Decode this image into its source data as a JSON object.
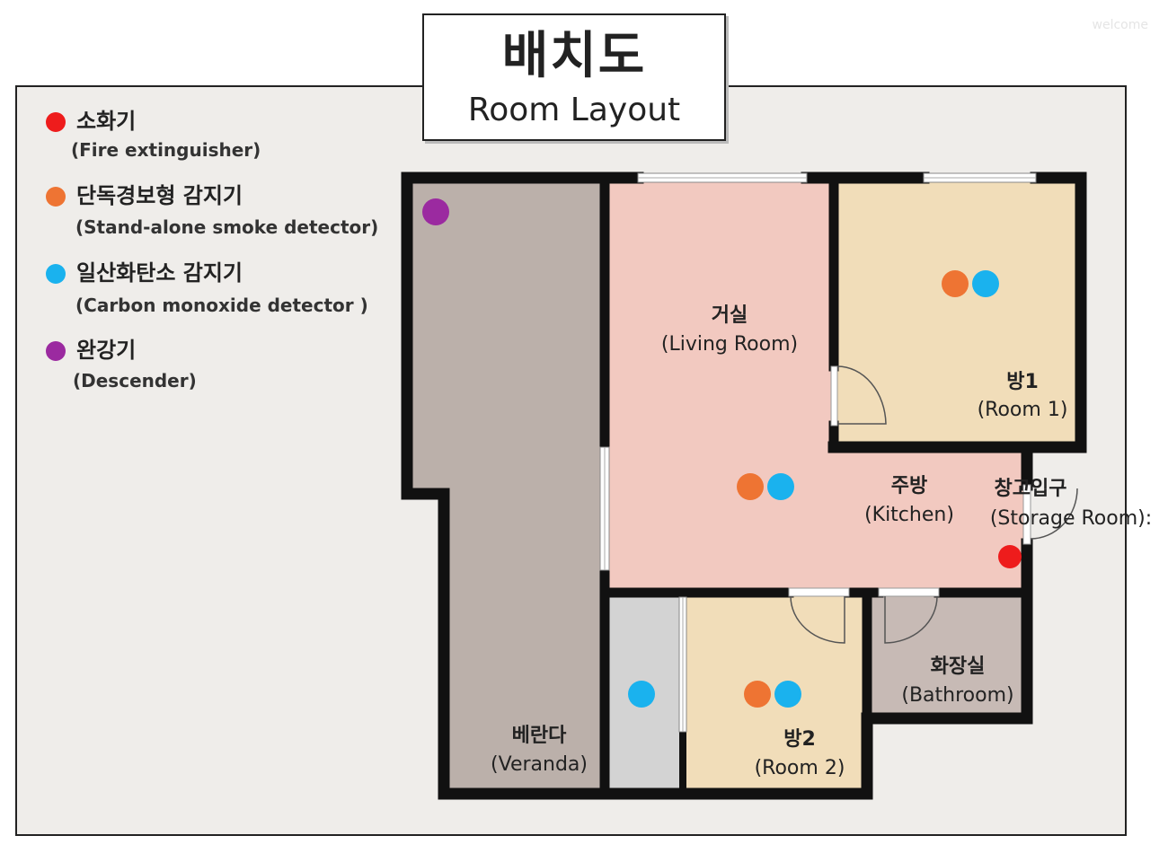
{
  "title": {
    "korean": "배치도",
    "english": "Room Layout"
  },
  "watermark": "welcome",
  "colors": {
    "fire_extinguisher": "#ee1c1c",
    "smoke_detector": "#ee7433",
    "co_detector": "#1ab2ee",
    "descender": "#9b2aa0",
    "veranda": "#bbb0aa",
    "living_kitchen": "#f2c9c0",
    "room": "#f1ddb9",
    "bathroom": "#c7bab5",
    "utility": "#d3d3d3",
    "wall": "#111111"
  },
  "legend": [
    {
      "key": "fire_extinguisher",
      "korean": "소화기",
      "english": "(Fire extinguisher)"
    },
    {
      "key": "smoke_detector",
      "korean": "단독경보형 감지기",
      "english": "(Stand-alone smoke detector)"
    },
    {
      "key": "co_detector",
      "korean": "일산화탄소 감지기",
      "english": "(Carbon monoxide detector )"
    },
    {
      "key": "descender",
      "korean": "완강기",
      "english": "(Descender)"
    }
  ],
  "rooms": {
    "living": {
      "korean": "거실",
      "english": "(Living Room)"
    },
    "room1": {
      "korean": "방1",
      "english": "(Room 1)"
    },
    "kitchen": {
      "korean": "주방",
      "english": "(Kitchen)"
    },
    "storage": {
      "korean": "창고입구",
      "english": "(Storage Room):"
    },
    "bathroom": {
      "korean": "화장실",
      "english": "(Bathroom)"
    },
    "room2": {
      "korean": "방2",
      "english": "(Room 2)"
    },
    "veranda": {
      "korean": "베란다",
      "english": "(Veranda)"
    }
  },
  "markers": [
    {
      "room": "veranda",
      "type": "descender"
    },
    {
      "room": "room1",
      "type": "smoke_detector"
    },
    {
      "room": "room1",
      "type": "co_detector"
    },
    {
      "room": "living",
      "type": "smoke_detector"
    },
    {
      "room": "living",
      "type": "co_detector"
    },
    {
      "room": "kitchen",
      "type": "fire_extinguisher"
    },
    {
      "room": "room2",
      "type": "smoke_detector"
    },
    {
      "room": "room2",
      "type": "co_detector"
    },
    {
      "room": "utility",
      "type": "co_detector"
    }
  ]
}
